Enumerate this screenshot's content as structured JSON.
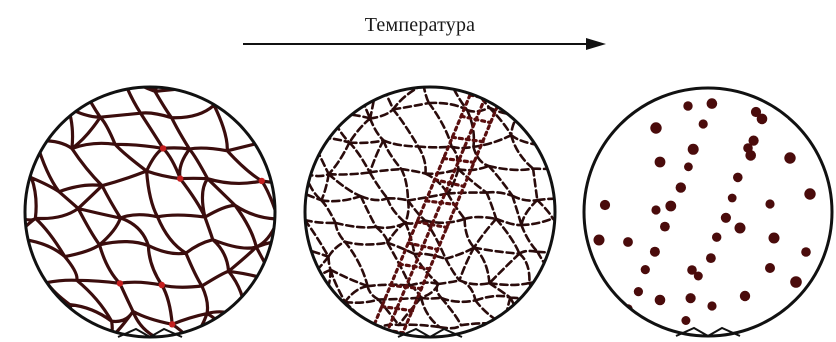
{
  "header": {
    "temperature_label": "Температура"
  },
  "colors": {
    "outline": "#111111",
    "boundary_dark": "#3b0d0d",
    "boundary_red": "#c41e1e",
    "particle": "#4a0b0b",
    "arrow": "#111111"
  },
  "panels": [
    {
      "name": "panel-continuous-network",
      "state": "continuous grain-boundary network"
    },
    {
      "name": "panel-fragmented-network",
      "state": "fragmented boundaries"
    },
    {
      "name": "panel-spheroidized-particles",
      "state": "isolated particles"
    }
  ]
}
